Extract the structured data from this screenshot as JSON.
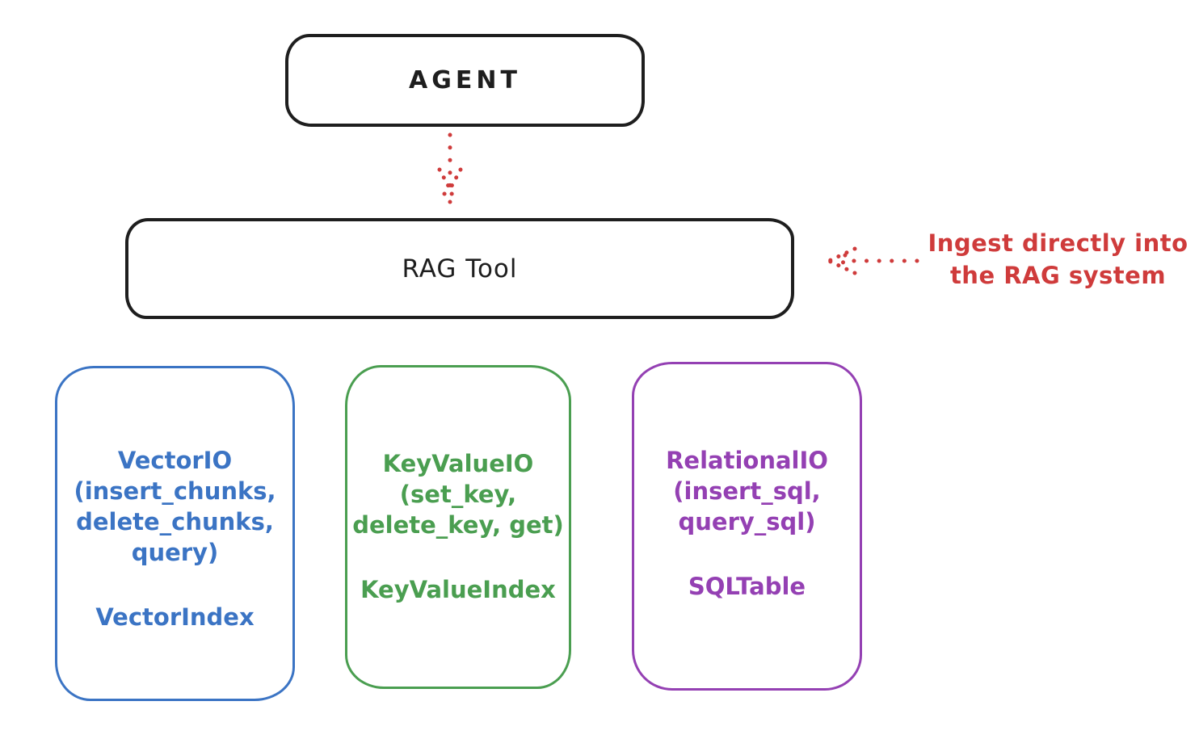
{
  "colors": {
    "background": "#ffffff",
    "ink": "#1e1e1e",
    "red": "#cf3b3b",
    "blue": "#3b74c4",
    "green": "#4a9e50",
    "purple": "#9440b3"
  },
  "nodes": {
    "agent": {
      "label": "AGENT"
    },
    "rag_tool": {
      "label": "RAG Tool"
    },
    "vector_store": {
      "lines": [
        "VectorIO",
        "(insert_chunks,",
        "delete_chunks,",
        "query)"
      ],
      "footer": "VectorIndex"
    },
    "keyvalue_store": {
      "lines": [
        "KeyValueIO",
        "(set_key,",
        "delete_key, get)"
      ],
      "footer": "KeyValueIndex"
    },
    "relational_store": {
      "lines": [
        "RelationalIO",
        "(insert_sql,",
        "query_sql)"
      ],
      "footer": "SQLTable"
    }
  },
  "annotation": {
    "line1": "Ingest directly into",
    "line2": "the RAG system"
  }
}
